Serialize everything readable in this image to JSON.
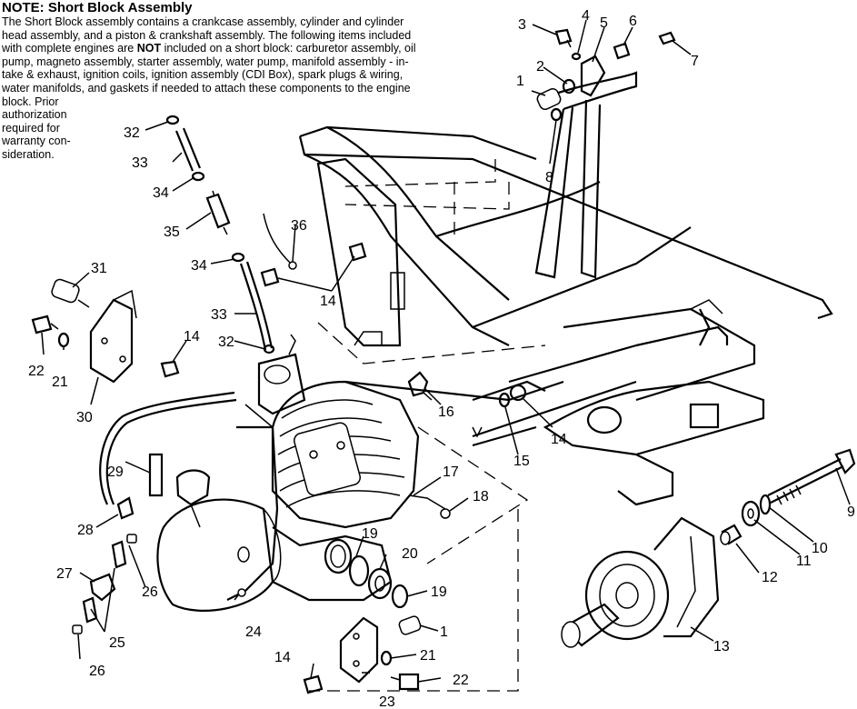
{
  "note": {
    "title": "NOTE:  Short Block Assembly",
    "lines": [
      "The Short Block assembly contains a crankcase assembly, cylinder and cylinder",
      "head assembly, and a piston & crankshaft assembly.  The following items included",
      "with complete engines are NOT included on a short block:  carburetor assembly, oil",
      "pump, magneto assembly, starter assembly, water pump, manifold assembly - in-",
      "take & exhaust, ignition coils, ignition assembly (CDI Box), spark plugs & wiring,",
      "water manifolds, and gaskets if needed to attach these components to the engine",
      "block.  Prior",
      "authorization",
      "required for",
      "warranty con-",
      "sideration."
    ]
  },
  "callouts": [
    "1",
    "2",
    "3",
    "4",
    "5",
    "6",
    "7",
    "8",
    "9",
    "10",
    "11",
    "12",
    "13",
    "14",
    "15",
    "16",
    "17",
    "18",
    "19",
    "20",
    "21",
    "22",
    "23",
    "24",
    "25",
    "26",
    "27",
    "28",
    "29",
    "30",
    "31",
    "32",
    "33",
    "34",
    "35",
    "36"
  ],
  "colors": {
    "ink": "#000000",
    "paper": "#ffffff"
  }
}
